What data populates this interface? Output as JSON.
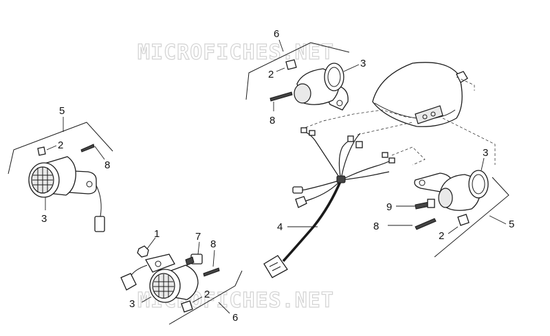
{
  "watermark": {
    "text_top": "MICROFICHES.NET",
    "text_bottom": "MICROFICHES.NET"
  },
  "callouts": {
    "left_group_number": "5",
    "left_bulb": "2",
    "left_screw": "8",
    "left_lens": "3",
    "rear_group_number": "6",
    "rear_bulb": "2",
    "rear_lens": "3",
    "rear_screw": "8",
    "harness": "4",
    "right_lens": "3",
    "right_bolt": "9",
    "right_screw": "8",
    "right_bulb": "2",
    "right_group_number": "5",
    "front_nut": "1",
    "front_bolt": "7",
    "front_screw": "8",
    "front_lens": "3",
    "front_bulb": "2",
    "front_group_number": "6"
  }
}
